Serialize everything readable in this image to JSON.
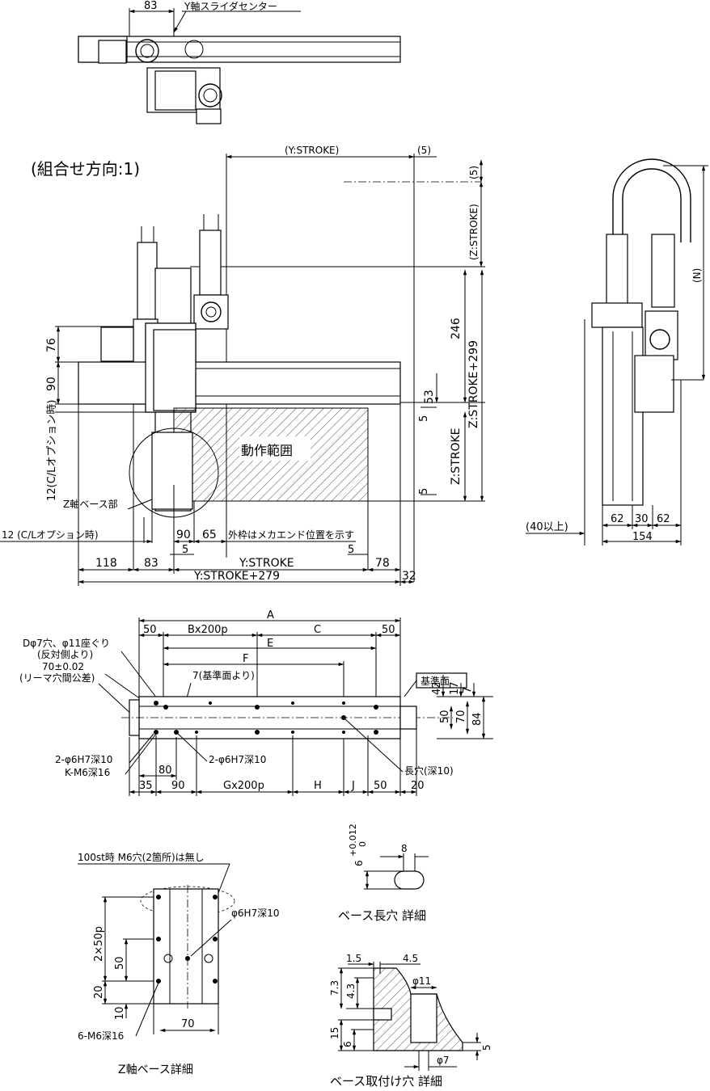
{
  "top_view": {
    "dim_83": "83",
    "y_slider_center": "Y軸スライダセンター"
  },
  "main_view": {
    "title": "(組合せ方向:1)",
    "y_stroke_paren": "(Y:STROKE)",
    "dim_5_paren": "(5)",
    "dim_5_paren_v": "(5)",
    "z_stroke_paren": "(Z:STROKE)",
    "dim_246": "246",
    "z_stroke_299": "Z:STROKE+299",
    "dim_53": "53",
    "dim_5_a": "5",
    "z_stroke": "Z:STROKE",
    "dim_5_b": "5",
    "dim_76": "76",
    "dim_90_v": "90",
    "cl_option_v": "12(C/Lオプション時)",
    "motion_range": "動作範囲",
    "z_base_part": "Z軸ベース部",
    "cl_option_h": "12 (C/Lオプション時)",
    "dim_90": "90",
    "dim_65": "65",
    "outer_frame_note": "外枠はメカエンド位置を示す",
    "dim_5_c": "5",
    "dim_5_d": "5",
    "dim_118": "118",
    "dim_83": "83",
    "y_stroke": "Y:STROKE",
    "dim_78": "78",
    "y_stroke_279": "Y:STROKE+279",
    "dim_32": "32"
  },
  "side_view": {
    "dim_n": "(N)",
    "dim_40": "(40以上)",
    "dim_62_a": "62",
    "dim_30": "30",
    "dim_62_b": "62",
    "dim_154": "154"
  },
  "base_view": {
    "dim_a": "A",
    "dim_50_l": "50",
    "dim_bx": "Bx200p",
    "dim_c": "C",
    "dim_50_r": "50",
    "dim_e": "E",
    "dim_f": "F",
    "d_hole": "Dφ7穴、φ11座ぐり",
    "d_hole_2": "(反対側より)",
    "tol": "70±0.02",
    "tol_2": "(リーマ穴間公差)",
    "ref7": "7(基準面より)",
    "ref_face": "基準面",
    "dim_42": "42",
    "dim_17": "17",
    "dim_7": "7",
    "dim_50v": "50",
    "dim_70v": "70",
    "dim_84": "84",
    "pin_l": "2-φ6H7深10",
    "km6": "K-M6深16",
    "pin_r": "2-φ6H7深10",
    "long_hole": "長穴(深10)",
    "dim_80": "80",
    "dim_35": "35",
    "dim_90": "90",
    "dim_gx": "Gx200p",
    "dim_h": "H",
    "dim_j": "J",
    "dim_50b": "50",
    "dim_20": "20"
  },
  "z_base_detail": {
    "note": "100st時 M6穴(2箇所)は無し",
    "pin": "φ6H7深10",
    "dim_2x50p": "2×50p",
    "dim_50": "50",
    "dim_20": "20",
    "dim_10": "10",
    "m6": "6-M6深16",
    "dim_70": "70",
    "caption": "Z軸ベース詳細"
  },
  "slot_detail": {
    "dim_6": "6",
    "tol_up": "+0.012",
    "tol_dn": "0",
    "dim_8": "8",
    "caption": "ベース長穴 詳細"
  },
  "mount_detail": {
    "dim_1_5": "1.5",
    "dim_4_5": "4.5",
    "dim_7_3": "7.3",
    "dim_4_3": "4.3",
    "dim_phi11": "φ11",
    "dim_15": "15",
    "dim_6": "6",
    "dim_phi7": "φ7",
    "dim_5": "5",
    "caption": "ベース取付け穴 詳細"
  }
}
